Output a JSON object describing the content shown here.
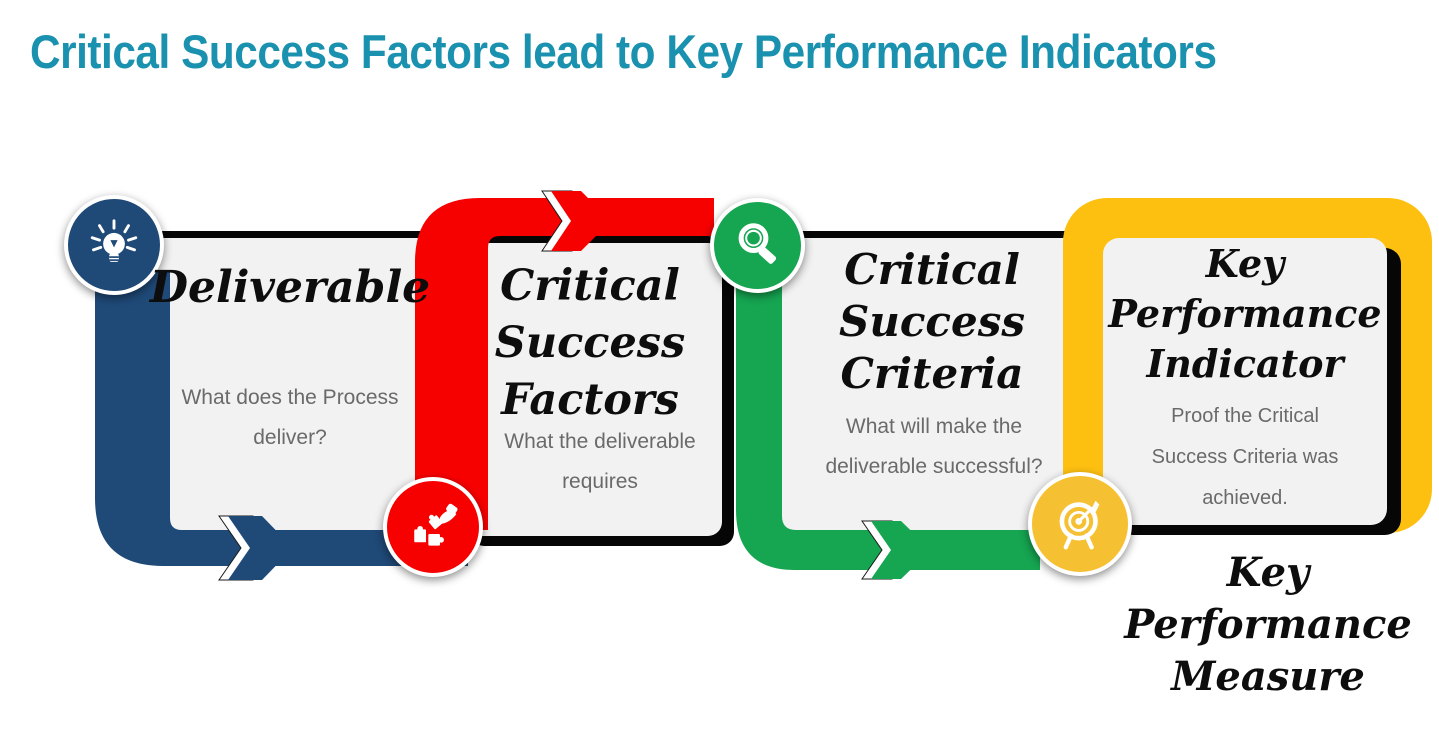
{
  "title": {
    "text": "Critical Success Factors lead to Key Performance Indicators",
    "color": "#1A91AE"
  },
  "cards": [
    {
      "heading_lines": [
        "Deliverable"
      ],
      "body_lines": [
        "What does the Process",
        "deliver?"
      ],
      "accent": "#1F4977",
      "icon": "lightbulb-icon"
    },
    {
      "heading_lines": [
        "Critical",
        "Success",
        "Factors"
      ],
      "body_lines": [
        "What the deliverable",
        "requires"
      ],
      "accent": "#F70000",
      "icon": "puzzle-hand-icon"
    },
    {
      "heading_lines": [
        "Critical",
        "Success",
        "Criteria"
      ],
      "body_lines": [
        "What will make the",
        "deliverable successful?"
      ],
      "accent": "#16A551",
      "icon": "magnifier-icon"
    },
    {
      "heading_lines": [
        "Key",
        "Performance",
        "Indicator"
      ],
      "body_lines": [
        "Proof the Critical",
        "Success Criteria was",
        "achieved."
      ],
      "accent": "#FDC011",
      "icon": "target-icon"
    }
  ],
  "footer_label": {
    "lines": [
      "Key",
      "Performance",
      "Measure"
    ]
  },
  "colors": {
    "background": "#FFFFFF",
    "card_bg": "#F2F2F2",
    "card_edge": "#060606",
    "body_text": "#6A6A6A",
    "heading_text": "#0D0D0D",
    "navy": "#1F4977",
    "red": "#F70000",
    "green": "#16A551",
    "gold_frame": "#FDC011",
    "gold_circle": "#F5C032"
  }
}
